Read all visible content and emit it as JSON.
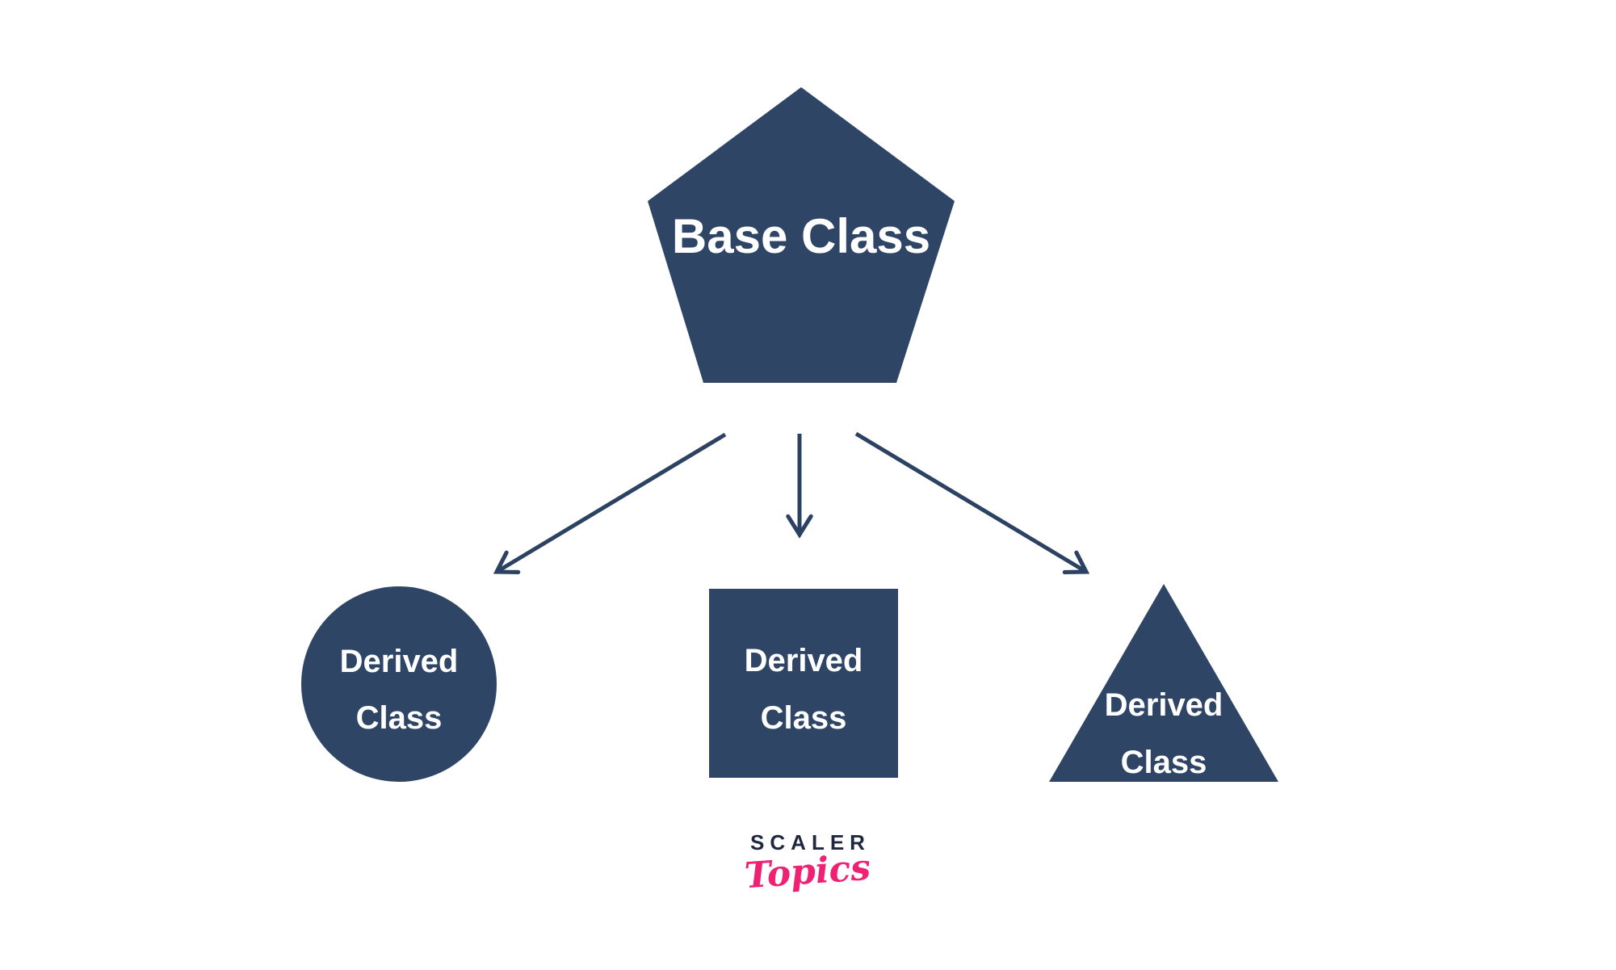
{
  "page": {
    "background": "#ffffff"
  },
  "colors": {
    "page_background": "#ffffff",
    "shape_fill": "#2f4566",
    "arrow_color": "#2c4263",
    "shape_label": "#ffffff",
    "logo_scaler": "#20283f",
    "logo_topics": "#ee2173"
  },
  "diagram": {
    "base_class": {
      "shape": "pentagon",
      "label": "Base Class"
    },
    "derived_classes": [
      {
        "shape": "circle",
        "line1": "Derived",
        "line2": "Class"
      },
      {
        "shape": "square",
        "line1": "Derived",
        "line2": "Class"
      },
      {
        "shape": "triangle",
        "line1": "Derived",
        "line2": "Class"
      }
    ]
  },
  "logo": {
    "brand": "SCALER",
    "product": "Topics"
  }
}
